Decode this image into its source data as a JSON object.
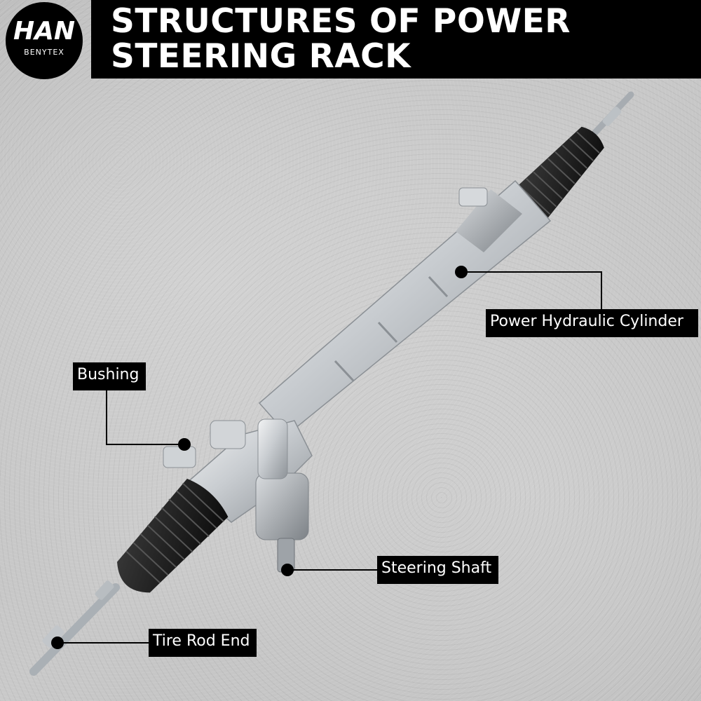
{
  "header": {
    "title": "STRUCTURES OF POWER\nSTEERING RACK"
  },
  "logo": {
    "main": "HAN",
    "sub": "BENYTEX"
  },
  "callouts": {
    "power_hydraulic_cylinder": "Power Hydraulic Cylinder",
    "bushing": "Bushing",
    "steering_shaft": "Steering Shaft",
    "tire_rod_end": "Tire Rod End"
  },
  "colors": {
    "title_bar": "#000000",
    "label_bg": "#000000",
    "label_text": "#ffffff",
    "boot": "#1a1a1a",
    "housing": "#c8ccd0"
  }
}
